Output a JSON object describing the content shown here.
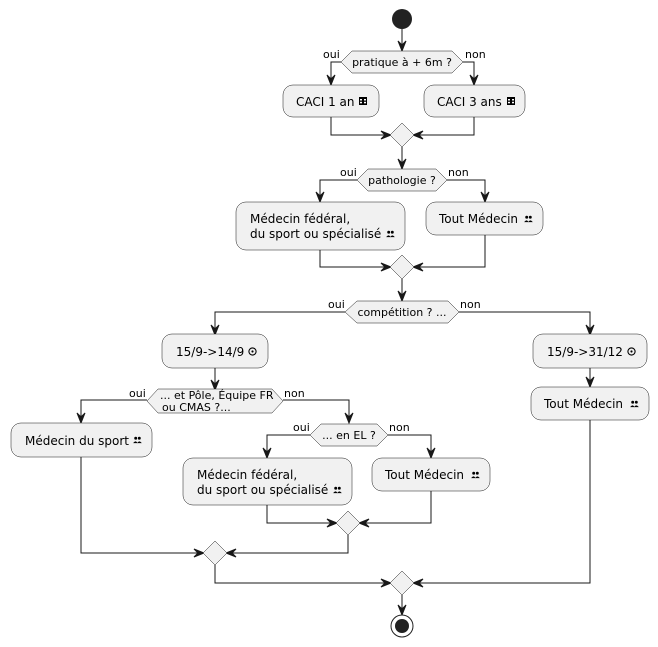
{
  "diagram": {
    "type": "activity",
    "colors": {
      "node_fill": "#f1f1f1",
      "stroke": "#181818",
      "start": "#222222"
    },
    "decisions": {
      "d1": {
        "label": "pratique à + 6m ?",
        "yes": "oui",
        "no": "non"
      },
      "d2": {
        "label": "pathologie ?",
        "yes": "oui",
        "no": "non"
      },
      "d3": {
        "label": "compétition ? ...",
        "yes": "oui",
        "no": "non"
      },
      "d4": {
        "line1": "... et Pôle, Équipe FR",
        "line2": "ou CMAS ?...",
        "yes": "oui",
        "no": "non"
      },
      "d5": {
        "label": "... en EL ?",
        "yes": "oui",
        "no": "non"
      }
    },
    "activities": {
      "a1": {
        "label": "CACI 1 an",
        "icon": "calendar-icon",
        "glyph": "▦"
      },
      "a2": {
        "label": "CACI 3 ans",
        "icon": "calendar-icon",
        "glyph": "▦"
      },
      "a3": {
        "line1": "Médecin fédéral,",
        "line2": "du sport ou spécialisé",
        "icon": "people-icon",
        "glyph": "👥"
      },
      "a4": {
        "label": "Tout Médecin",
        "icon": "people-icon",
        "glyph": "👥"
      },
      "a5": {
        "label": "15/9->14/9",
        "icon": "clock-icon",
        "glyph": "⊙"
      },
      "a6": {
        "label": "15/9->31/12",
        "icon": "clock-icon",
        "glyph": "⊙"
      },
      "a7": {
        "label": "Médecin du sport",
        "icon": "people-icon",
        "glyph": "👥"
      },
      "a8": {
        "line1": "Médecin fédéral,",
        "line2": "du sport ou spécialisé",
        "icon": "people-icon",
        "glyph": "👥"
      },
      "a9": {
        "label": "Tout Médecin",
        "icon": "people-icon",
        "glyph": "👥"
      },
      "a10": {
        "label": "Tout Médecin",
        "icon": "people-icon",
        "glyph": "👥"
      }
    }
  }
}
